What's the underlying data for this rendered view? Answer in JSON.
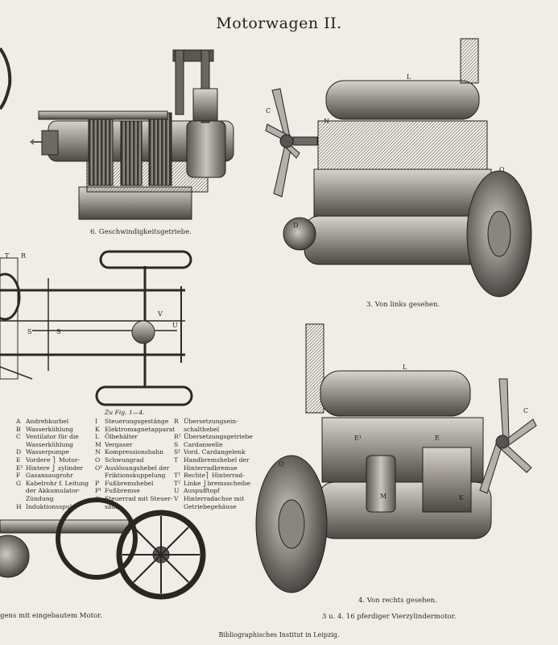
{
  "page": {
    "title": "Motorwagen II.",
    "publisher": "Bibliographisches Institut in Leipzig."
  },
  "figures": {
    "fig6": {
      "caption": "6. Geschwindigkeitsgetriebe."
    },
    "fig3": {
      "caption": "3. Von links gesehen."
    },
    "fig4": {
      "caption": "4. Von rechts gesehen."
    },
    "fig34": {
      "caption": "3 u. 4. 16 pferdiger Vierzylindermotor."
    },
    "fig_partial": {
      "caption": "gens mit eingebautem Motor."
    }
  },
  "part_labels": {
    "fig3": [
      "L",
      "C",
      "N",
      "D",
      "O"
    ],
    "fig4": [
      "L",
      "C",
      "O",
      "E¹",
      "E",
      "M",
      "K"
    ],
    "chassis": [
      "T",
      "R",
      "S",
      "S",
      "V",
      "U"
    ]
  },
  "legend_heading": "Zu Fig. 1—4.",
  "legend": {
    "col1": [
      {
        "k": "A",
        "v": "Andrehkurbel"
      },
      {
        "k": "B",
        "v": "Wasserkühlung"
      },
      {
        "k": "C",
        "v": "Ventilator für die"
      },
      {
        "k": "",
        "v": "Wasserkühlung"
      },
      {
        "k": "D",
        "v": "Wasserpumpe"
      },
      {
        "k": "E",
        "v": "Vordere ⎫ Motor-"
      },
      {
        "k": "E¹",
        "v": "Hintere ⎭ zylinder"
      },
      {
        "k": "F",
        "v": "Gasansaugrohr"
      },
      {
        "k": "G",
        "v": "Kabelrohr f. Leitung"
      },
      {
        "k": "",
        "v": "der Akkumulator-"
      },
      {
        "k": "",
        "v": "Zündung"
      },
      {
        "k": "H",
        "v": "Induktionsspule"
      }
    ],
    "col2": [
      {
        "k": "I",
        "v": "Steuerungsgestänge"
      },
      {
        "k": "K",
        "v": "Elektromagnetapparat"
      },
      {
        "k": "L",
        "v": "Ölbehälter"
      },
      {
        "k": "M",
        "v": "Vergaser"
      },
      {
        "k": "N",
        "v": "Kompressionshahn"
      },
      {
        "k": "O",
        "v": "Schwungrad"
      },
      {
        "k": "O¹",
        "v": "Auslösungshebel der"
      },
      {
        "k": "",
        "v": "Friktionskuppelung"
      },
      {
        "k": "P",
        "v": "Fußbremshebel"
      },
      {
        "k": "P¹",
        "v": "Fußbremse"
      },
      {
        "k": "Q",
        "v": "Steuerrad mit Steuer-"
      },
      {
        "k": "",
        "v": "säule"
      }
    ],
    "col3": [
      {
        "k": "R",
        "v": "Übersetzungsein-"
      },
      {
        "k": "",
        "v": "schalthebel"
      },
      {
        "k": "R¹",
        "v": "Übersetzungsgetriebe"
      },
      {
        "k": "S",
        "v": "Cardanwelle"
      },
      {
        "k": "S¹",
        "v": "Vord. Cardangelenk"
      },
      {
        "k": "T",
        "v": "Handbremshebel der"
      },
      {
        "k": "",
        "v": "Hinterradbremse"
      },
      {
        "k": "T¹",
        "v": "Rechte⎫ Hinterrad-"
      },
      {
        "k": "T²",
        "v": "Linke ⎭bremsscheibe"
      },
      {
        "k": "U",
        "v": "Auspufftopf"
      },
      {
        "k": "V",
        "v": "Hinterradachse mit"
      },
      {
        "k": "",
        "v": "Getriebegehäuse"
      }
    ]
  }
}
